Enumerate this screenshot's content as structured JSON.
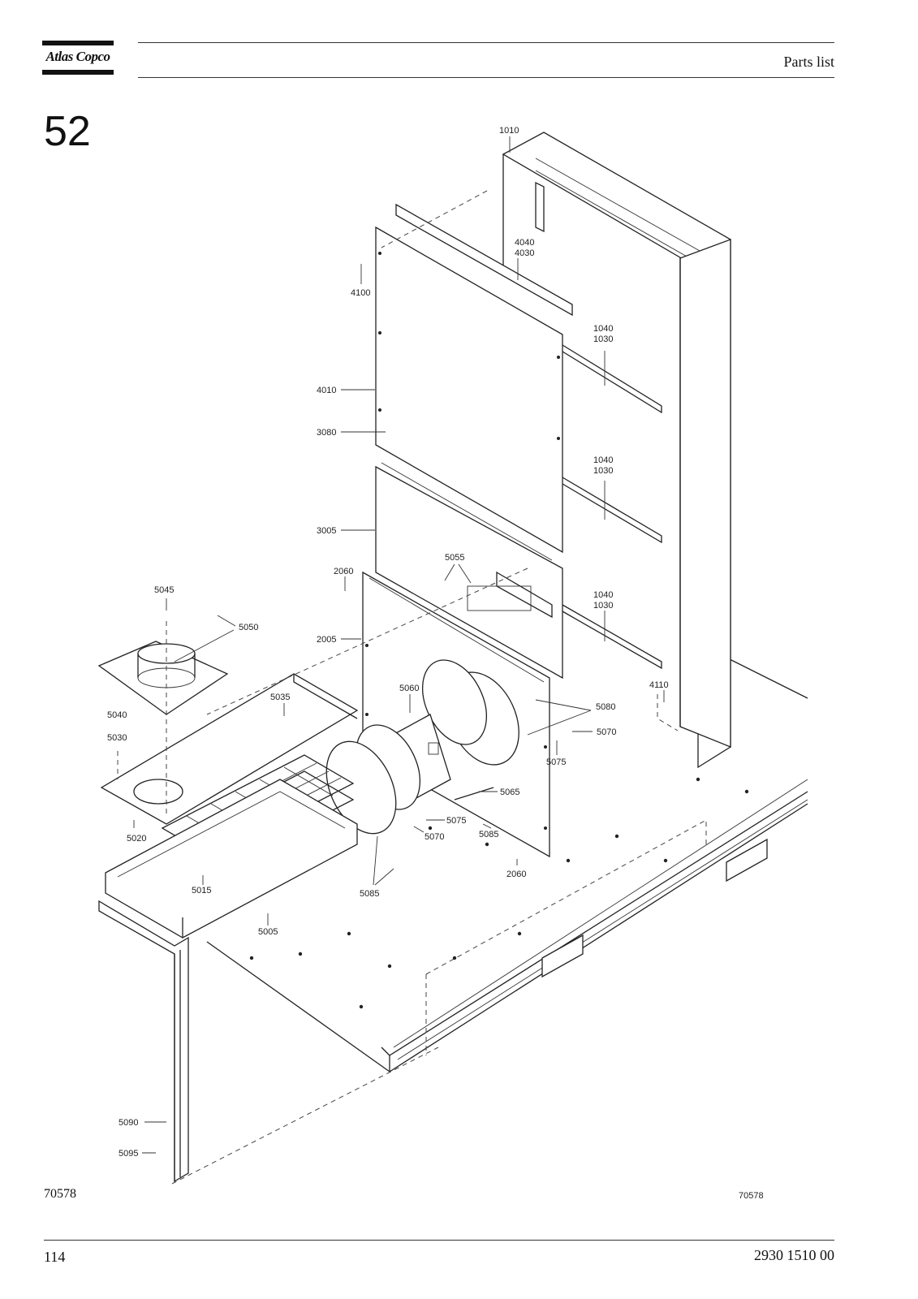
{
  "header": {
    "logo_text": "Atlas Copco",
    "title": "Parts list"
  },
  "section": {
    "number": "52"
  },
  "figure": {
    "number_left": "70578",
    "number_right": "70578",
    "callouts": [
      {
        "id": "c1010",
        "label": "1010"
      },
      {
        "id": "c4040",
        "label": "4040"
      },
      {
        "id": "c4030",
        "label": "4030"
      },
      {
        "id": "c4100",
        "label": "4100"
      },
      {
        "id": "c1040a",
        "label": "1040"
      },
      {
        "id": "c1030a",
        "label": "1030"
      },
      {
        "id": "c4010",
        "label": "4010"
      },
      {
        "id": "c3080",
        "label": "3080"
      },
      {
        "id": "c1040b",
        "label": "1040"
      },
      {
        "id": "c1030b",
        "label": "1030"
      },
      {
        "id": "c3005",
        "label": "3005"
      },
      {
        "id": "c5055",
        "label": "5055"
      },
      {
        "id": "c2060a",
        "label": "2060"
      },
      {
        "id": "c1040c",
        "label": "1040"
      },
      {
        "id": "c1030c",
        "label": "1030"
      },
      {
        "id": "c5045",
        "label": "5045"
      },
      {
        "id": "c5050",
        "label": "5050"
      },
      {
        "id": "c2005",
        "label": "2005"
      },
      {
        "id": "c4110",
        "label": "4110"
      },
      {
        "id": "c5035",
        "label": "5035"
      },
      {
        "id": "c5060",
        "label": "5060"
      },
      {
        "id": "c5080",
        "label": "5080"
      },
      {
        "id": "c5040",
        "label": "5040"
      },
      {
        "id": "c5070a",
        "label": "5070"
      },
      {
        "id": "c5030",
        "label": "5030"
      },
      {
        "id": "c5075a",
        "label": "5075"
      },
      {
        "id": "c5065",
        "label": "5065"
      },
      {
        "id": "c5075b",
        "label": "5075"
      },
      {
        "id": "c5070b",
        "label": "5070"
      },
      {
        "id": "c5085a",
        "label": "5085"
      },
      {
        "id": "c5020",
        "label": "5020"
      },
      {
        "id": "c2060b",
        "label": "2060"
      },
      {
        "id": "c5015",
        "label": "5015"
      },
      {
        "id": "c5085b",
        "label": "5085"
      },
      {
        "id": "c5005",
        "label": "5005"
      },
      {
        "id": "c5090",
        "label": "5090"
      },
      {
        "id": "c5095",
        "label": "5095"
      }
    ]
  },
  "footer": {
    "page_number": "114",
    "doc_number": "2930 1510 00"
  }
}
